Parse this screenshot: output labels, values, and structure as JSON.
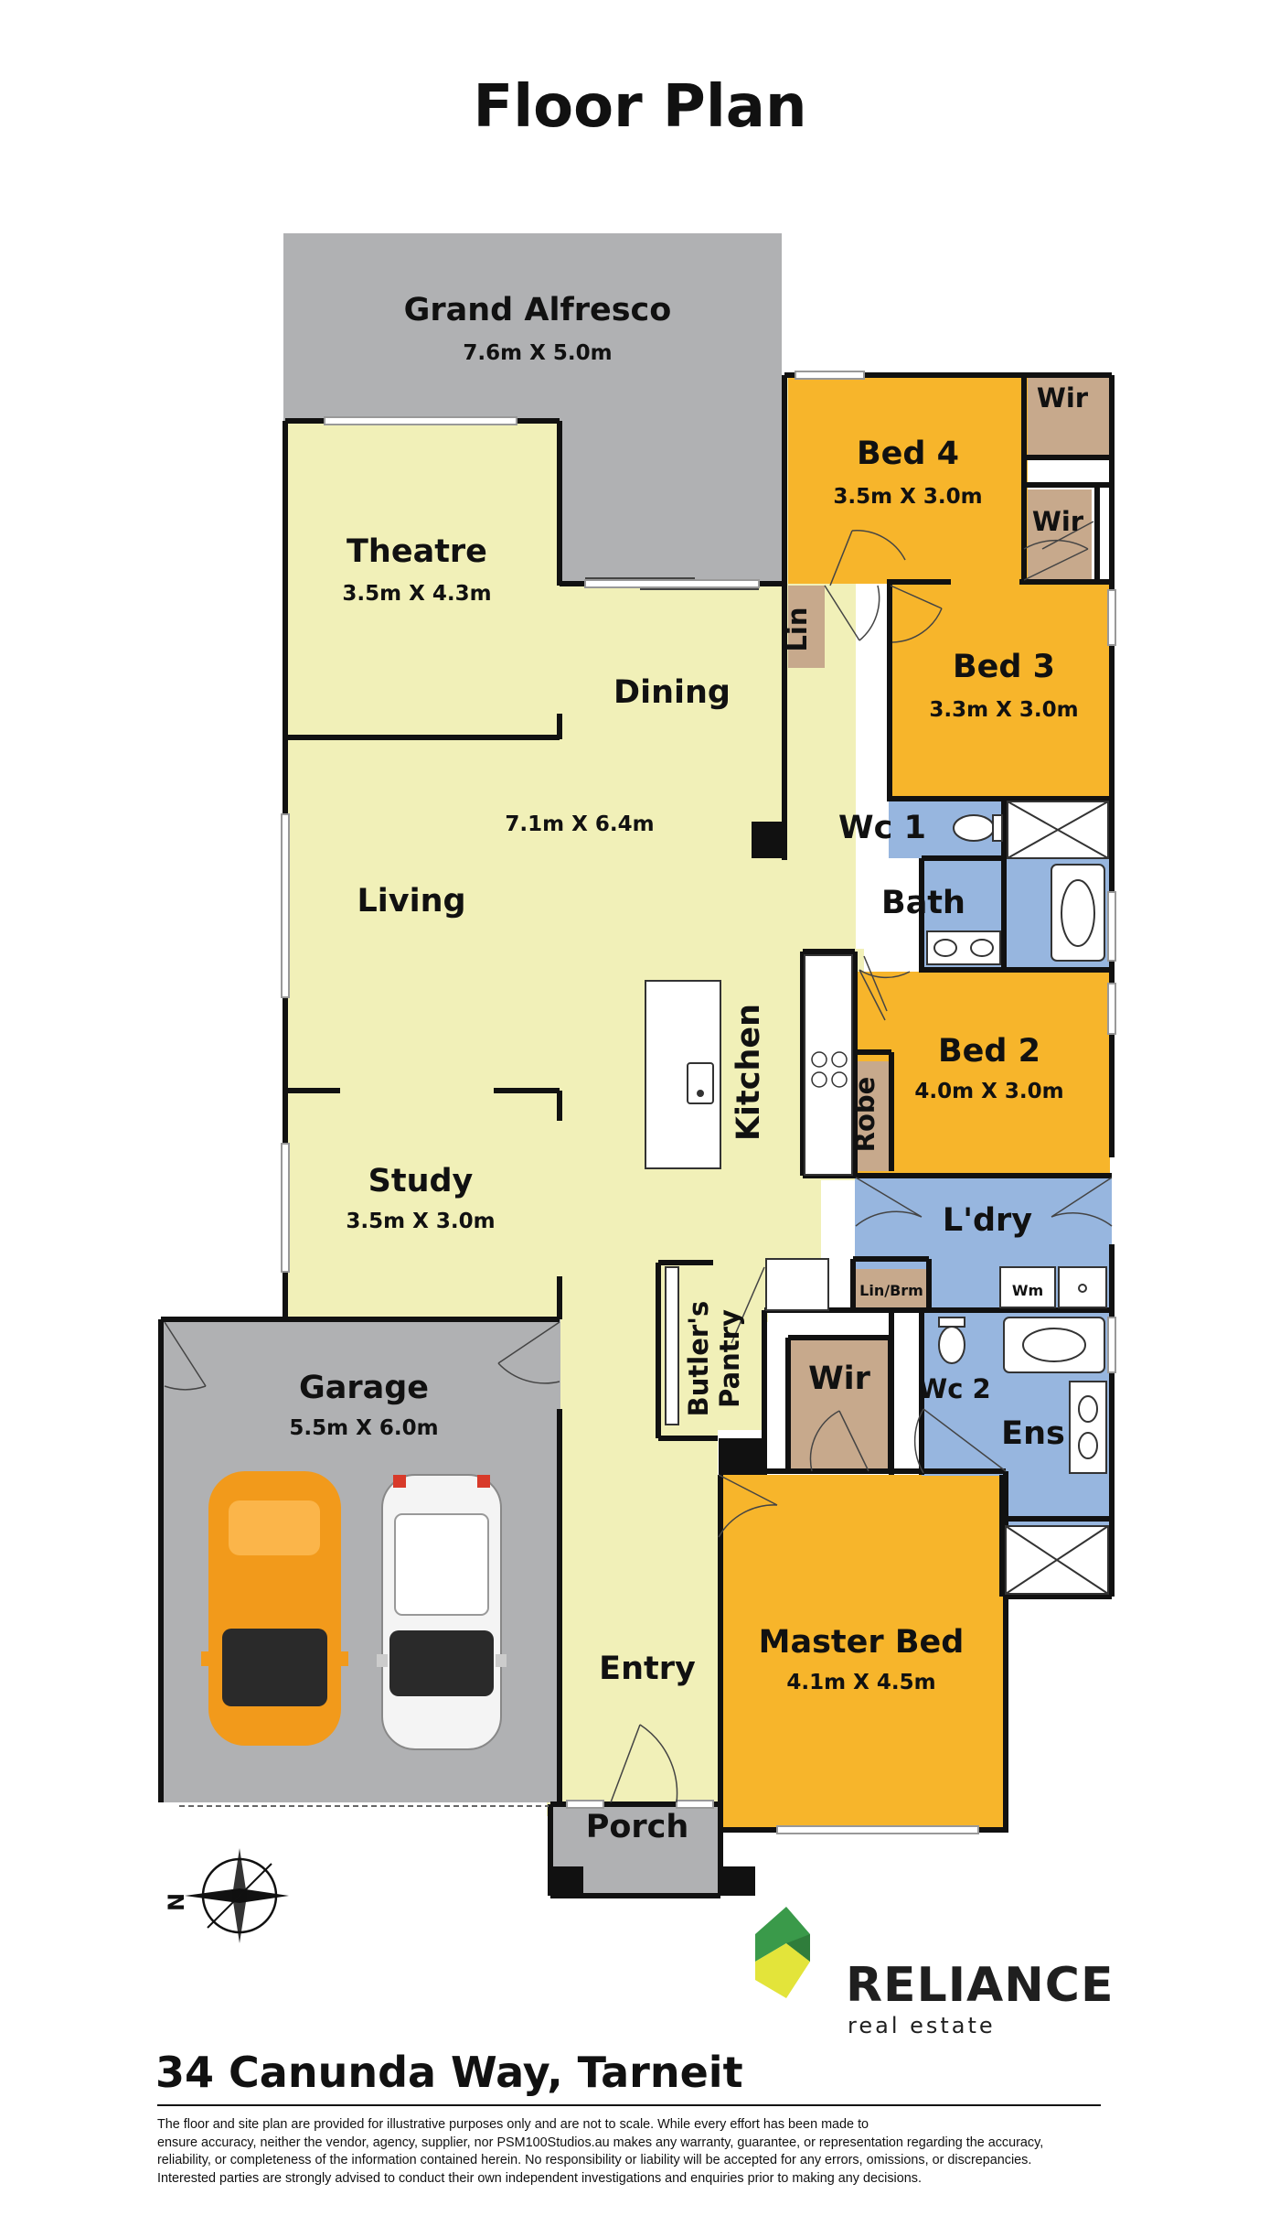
{
  "title": "Floor Plan",
  "address": "34 Canunda Way, Tarneit",
  "rooms": {
    "alfresco": {
      "name": "Grand Alfresco",
      "dims": "7.6m X 5.0m"
    },
    "theatre": {
      "name": "Theatre",
      "dims": "3.5m X 4.3m"
    },
    "dining": {
      "name": "Dining"
    },
    "living": {
      "name": "Living",
      "dims": "7.1m X 6.4m"
    },
    "study": {
      "name": "Study",
      "dims": "3.5m X 3.0m"
    },
    "kitchen": {
      "name": "Kitchen"
    },
    "garage": {
      "name": "Garage",
      "dims": "5.5m X 6.0m"
    },
    "entry": {
      "name": "Entry"
    },
    "porch": {
      "name": "Porch"
    },
    "bed4": {
      "name": "Bed 4",
      "dims": "3.5m X 3.0m"
    },
    "bed3": {
      "name": "Bed 3",
      "dims": "3.3m X 3.0m"
    },
    "bed2": {
      "name": "Bed 2",
      "dims": "4.0m X 3.0m"
    },
    "master": {
      "name": "Master Bed",
      "dims": "4.1m X 4.5m"
    },
    "wir_a": {
      "name": "Wir"
    },
    "wir_b": {
      "name": "Wir"
    },
    "wir_master": {
      "name": "Wir"
    },
    "lin": {
      "name": "Lin"
    },
    "wc1": {
      "name": "Wc 1"
    },
    "bath": {
      "name": "Bath"
    },
    "robe": {
      "name": "Robe"
    },
    "laundry": {
      "name": "L'dry"
    },
    "lin_brm": {
      "name": "Lin/Brm"
    },
    "wm": {
      "name": "Wm"
    },
    "butlers": {
      "line1": "Butler's",
      "line2": "Pantry"
    },
    "wc2": {
      "name": "Wc 2"
    },
    "ens": {
      "name": "Ens"
    }
  },
  "compass": {
    "label": "N"
  },
  "logo": {
    "brand": "RELIANCE",
    "sub": "real estate"
  },
  "disclaimer": [
    "The floor and site plan are provided for illustrative purposes only and are not to scale. While every effort has been made to",
    "ensure accuracy, neither the vendor, agency, supplier, nor PSM100Studios.au makes any warranty, guarantee, or representation regarding the accuracy,",
    "reliability, or completeness of the information contained herein. No responsibility or liability will be accepted for any errors, omissions, or discrepancies.",
    "Interested parties are strongly advised to conduct their own independent investigations and enquiries prior to making any decisions."
  ],
  "colors": {
    "living": "#f1f0b8",
    "bedroom": "#f7b52b",
    "wet": "#97b6df",
    "grey": "#b0b1b3",
    "robe": "#c7a98c",
    "wall": "#111111",
    "car_orange": "#f29a1b",
    "logo_green": "#3a9a4a",
    "logo_yellow": "#e3e43a"
  }
}
